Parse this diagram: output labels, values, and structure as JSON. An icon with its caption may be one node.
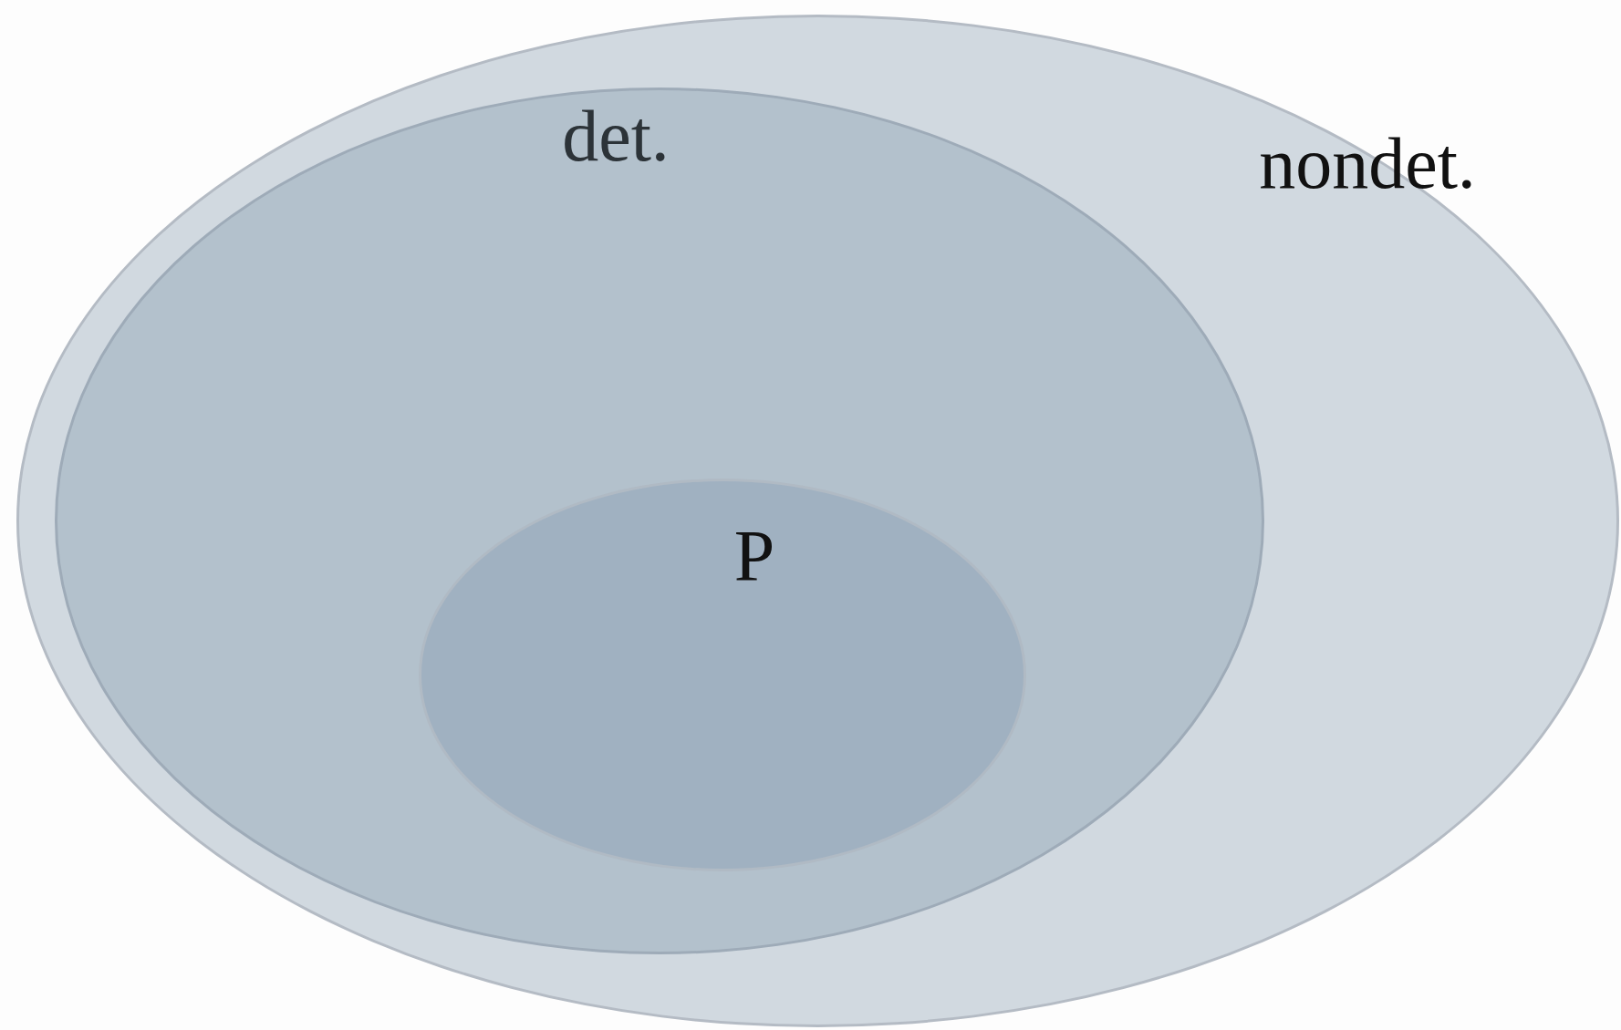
{
  "diagram": {
    "nodes": [
      {
        "text": [
          "nondet."
        ]
      },
      {
        "text": [
          "det."
        ],
        "in": 0
      },
      {
        "text": [
          "P"
        ],
        "in": 1
      }
    ]
  }
}
